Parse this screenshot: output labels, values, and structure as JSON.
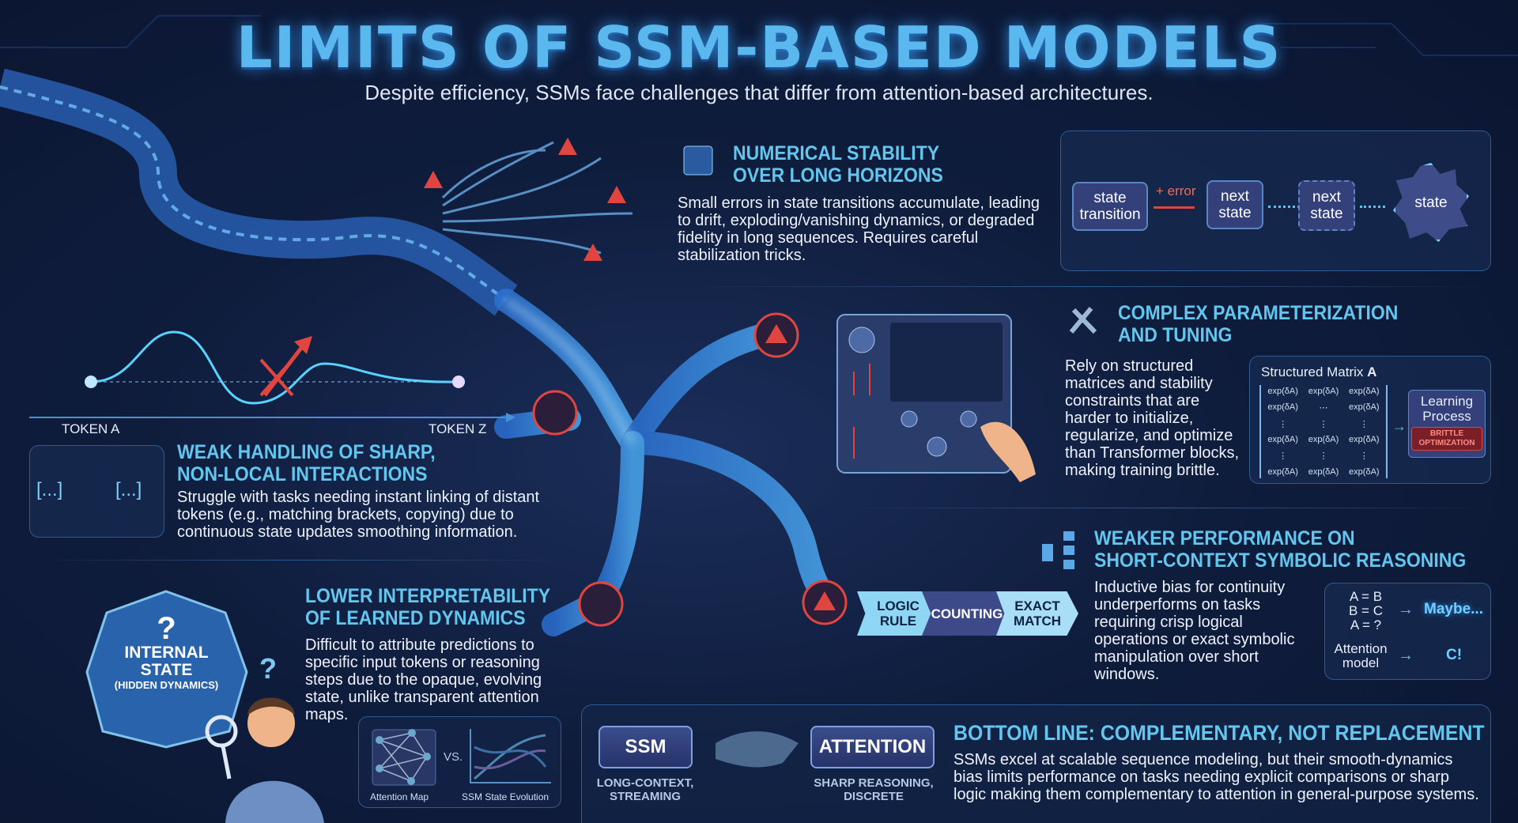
{
  "header": {
    "title": "LIMITS OF SSM-BASED MODELS",
    "subtitle": "Despite efficiency, SSMs face challenges that differ from attention-based architectures."
  },
  "numerical": {
    "heading_1": "NUMERICAL STABILITY",
    "heading_2": "OVER LONG HORIZONS",
    "text": "Small errors in state transitions accumulate, leading to drift, exploding/vanishing dynamics, or degraded fidelity in long sequences. Requires careful stabilization tricks.",
    "flow": {
      "state_transition": "state transition",
      "error_label": "+ error",
      "next_state_1": "next state",
      "next_state_2": "next state",
      "final_state": "state"
    }
  },
  "complex": {
    "heading_1": "COMPLEX PARAMETERIZATION",
    "heading_2": "AND TUNING",
    "text": "Rely on structured matrices and stability constraints that are harder to initialize, regularize, and optimize than Transformer blocks, making training brittle.",
    "matrix_title": "Structured Matrix",
    "matrix_symbol": "A",
    "cell": "exp(δA)",
    "learning": "Learning Process",
    "brittle": "BRITTLE OPTIMIZATION"
  },
  "weak": {
    "token_a": "TOKEN A",
    "token_z": "TOKEN Z",
    "brackets_left": "[...]",
    "brackets_right": "[...]",
    "heading_1": "WEAK HANDLING OF SHARP,",
    "heading_2": "NON-LOCAL INTERACTIONS",
    "text": "Struggle with tasks needing instant linking of distant tokens (e.g., matching brackets, copying) due to continuous state updates smoothing information."
  },
  "symbolic": {
    "heading_1": "WEAKER PERFORMANCE ON",
    "heading_2": "SHORT-CONTEXT SYMBOLIC REASONING",
    "text": "Inductive bias for continuity underperforms on tasks requiring crisp logical operations or exact symbolic manipulation over short windows.",
    "chevrons": [
      "LOGIC RULE",
      "COUNTING",
      "EXACT MATCH"
    ],
    "eq1": "A = B",
    "eq2": "B = C",
    "eq3": "A = ?",
    "ssm_answer": "Maybe...",
    "attention_label": "Attention model",
    "attention_answer": "C!"
  },
  "interp": {
    "orb_q": "?",
    "orb_1": "INTERNAL",
    "orb_2": "STATE",
    "orb_3": "(HIDDEN DYNAMICS)",
    "person_q": "?",
    "heading_1": "LOWER INTERPRETABILITY",
    "heading_2": "OF LEARNED DYNAMICS",
    "text": "Difficult to attribute predictions to specific input tokens or reasoning steps due to the opaque, evolving state, unlike transparent attention maps.",
    "attention_map": "Attention Map",
    "vs": "VS.",
    "ssm_evolution": "SSM State Evolution"
  },
  "bottom": {
    "ssm": "SSM",
    "ssm_caption": "LONG-CONTEXT, STREAMING",
    "attention": "ATTENTION",
    "attention_caption": "SHARP REASONING, DISCRETE",
    "heading": "BOTTOM LINE: COMPLEMENTARY, NOT REPLACEMENT",
    "text": "SSMs excel at scalable sequence modeling, but their smooth-dynamics bias limits performance on tasks needing explicit comparisons or sharp logic making them complementary to attention in general-purpose systems."
  },
  "colors": {
    "accent": "#62c6ee",
    "warning": "#e0453f",
    "background": "#0f1d3d"
  }
}
